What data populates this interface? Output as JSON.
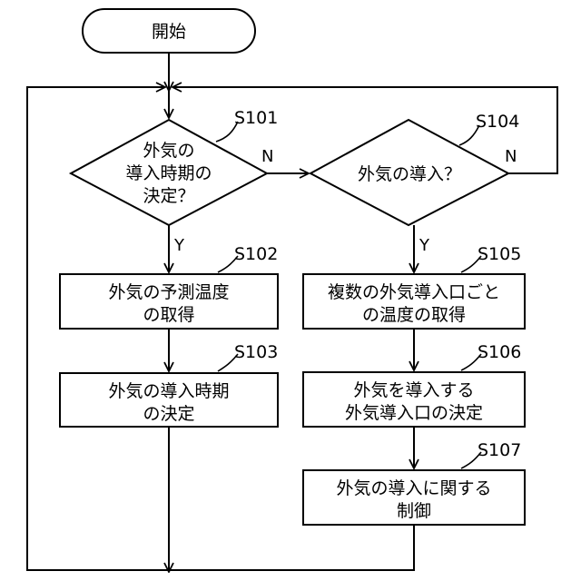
{
  "start": {
    "label": "開始"
  },
  "s101": {
    "step": "S101",
    "lines": [
      "外気の",
      "導入時期の",
      "決定？"
    ],
    "yes": "Y",
    "no": "N"
  },
  "s102": {
    "step": "S102",
    "lines": [
      "外気の予測温度",
      "の取得"
    ]
  },
  "s103": {
    "step": "S103",
    "lines": [
      "外気の導入時期",
      "の決定"
    ]
  },
  "s104": {
    "step": "S104",
    "lines": [
      "外気の導入？"
    ],
    "yes": "Y",
    "no": "N"
  },
  "s105": {
    "step": "S105",
    "lines": [
      "複数の外気導入口ごと",
      "の温度の取得"
    ]
  },
  "s106": {
    "step": "S106",
    "lines": [
      "外気を導入する",
      "外気導入口の決定"
    ]
  },
  "s107": {
    "step": "S107",
    "lines": [
      "外気の導入に関する",
      "制御"
    ]
  }
}
